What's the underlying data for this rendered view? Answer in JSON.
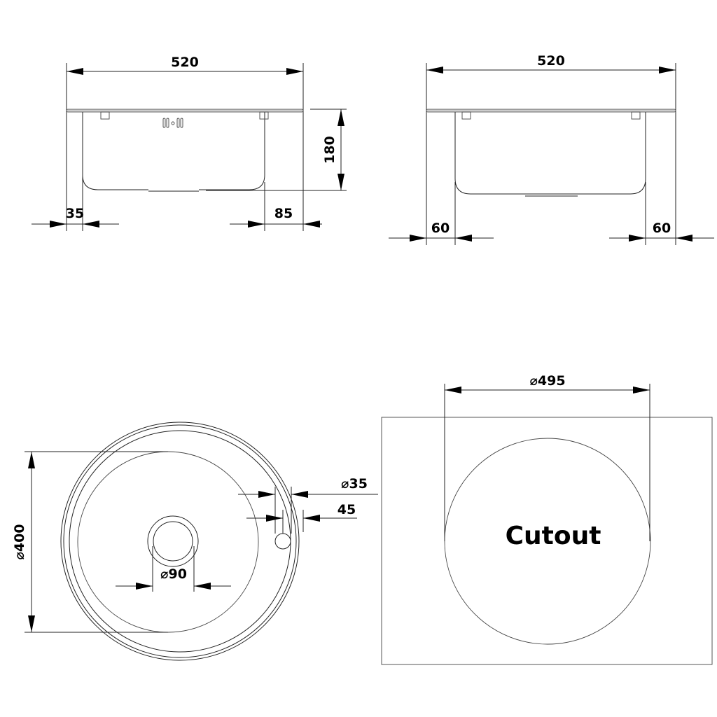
{
  "front_view": {
    "width": "520",
    "height": "180",
    "left_offset": "35",
    "right_offset": "85"
  },
  "side_view": {
    "width": "520",
    "left_offset": "60",
    "right_offset": "60"
  },
  "top_view": {
    "bowl_diameter": "⌀400",
    "drain_diameter": "⌀90",
    "tap_hole_diameter": "⌀35",
    "tap_hole_offset": "45"
  },
  "cutout_view": {
    "diameter": "⌀495",
    "label": "Cutout"
  }
}
